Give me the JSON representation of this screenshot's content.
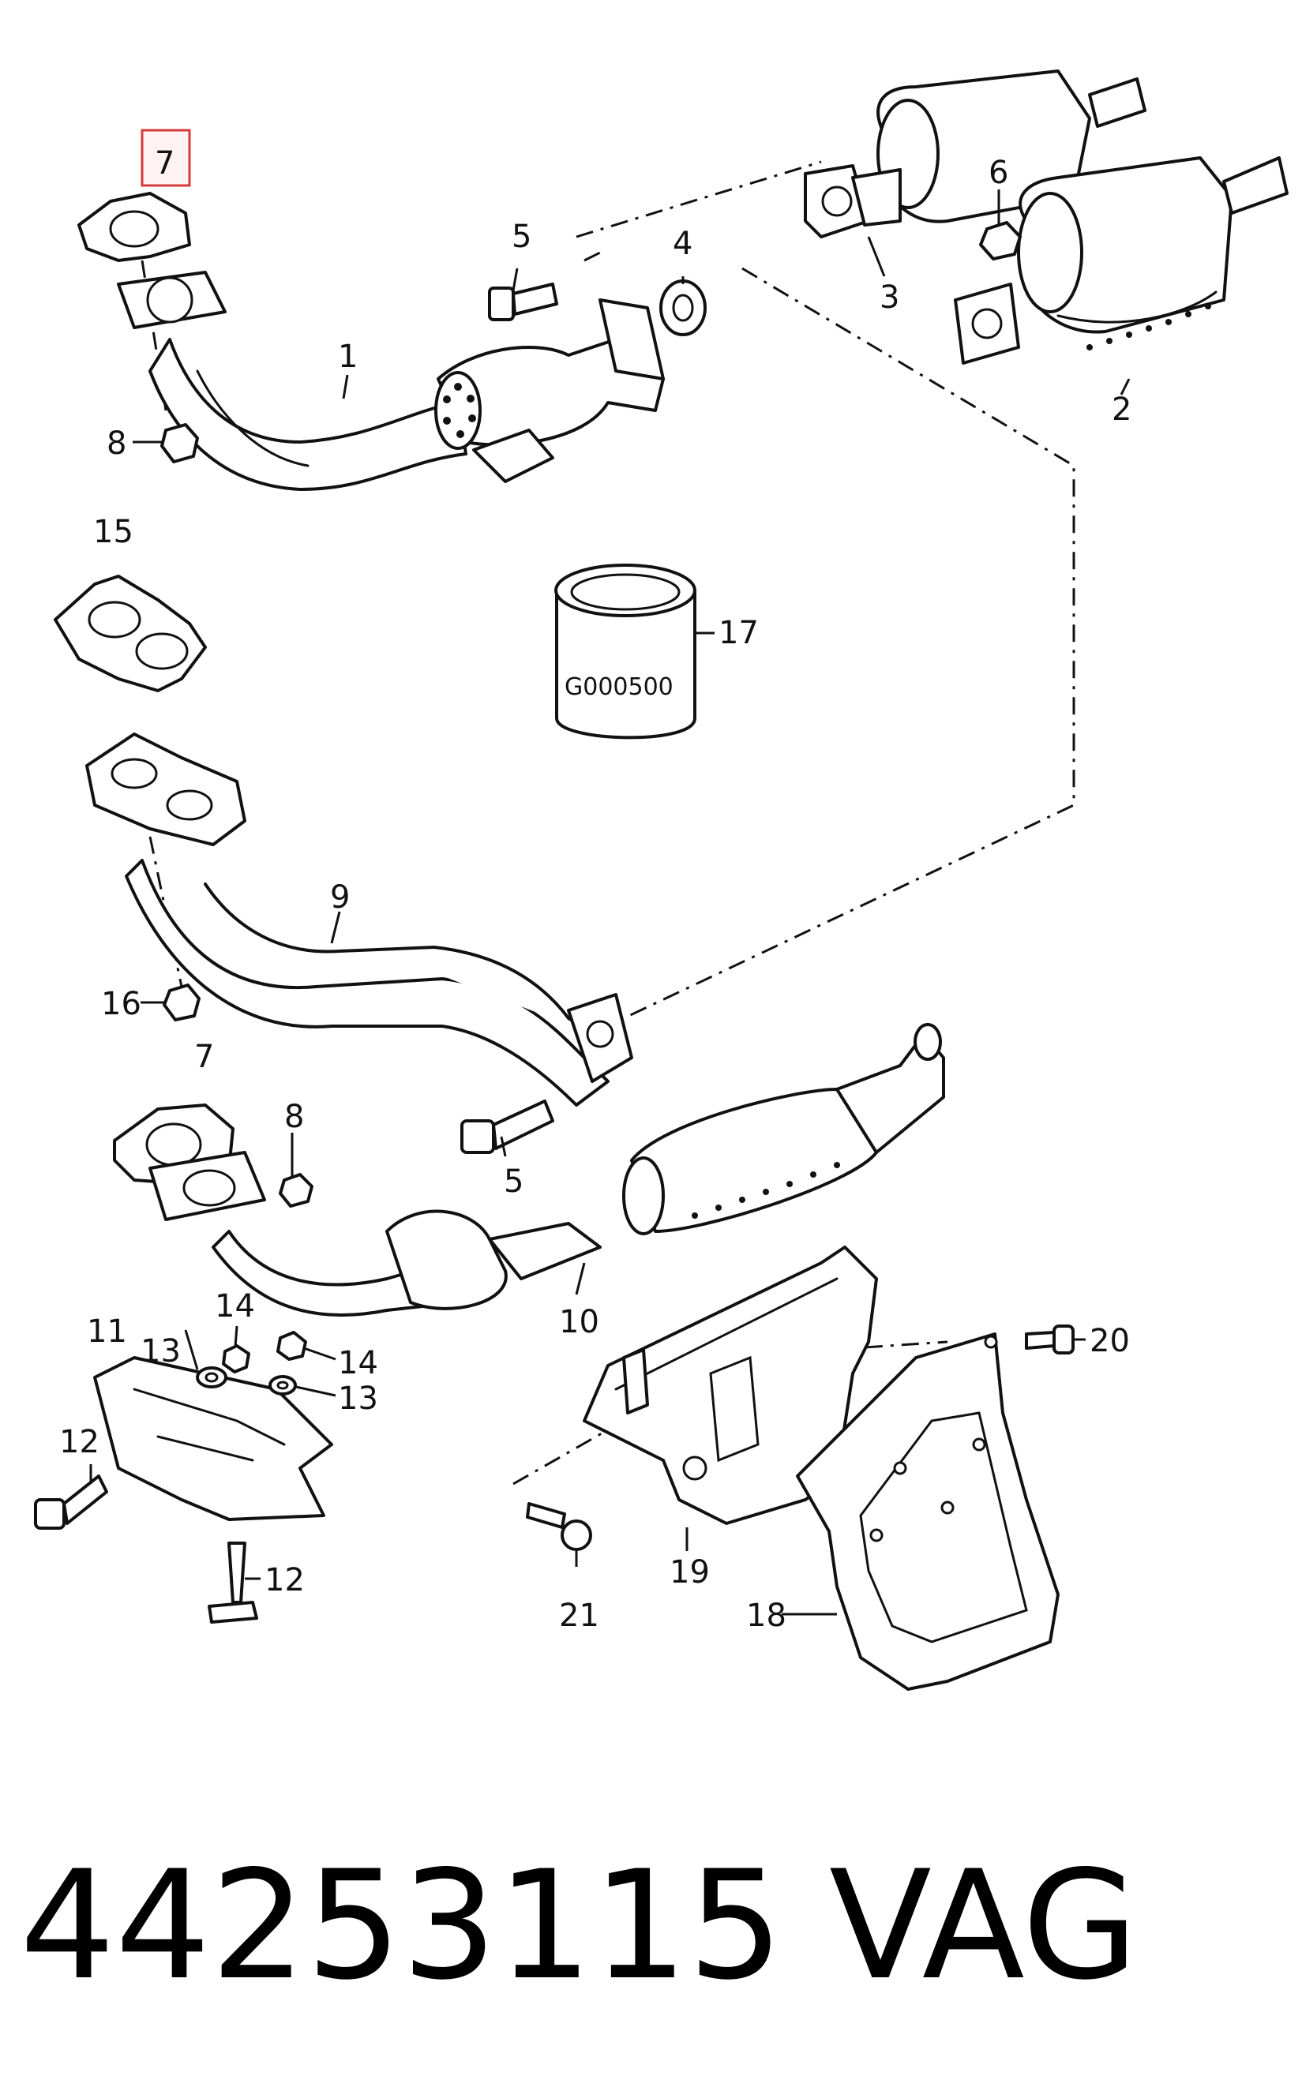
{
  "diagram": {
    "callouts": {
      "c1": "1",
      "c2": "2",
      "c3": "3",
      "c4": "4",
      "c5a": "5",
      "c6": "6",
      "c7a": "7",
      "c8a": "8",
      "c15": "15",
      "c17": "17",
      "c9": "9",
      "c16": "16",
      "c7b": "7",
      "c8b": "8",
      "c5b": "5",
      "c10": "10",
      "c11": "11",
      "c14a": "14",
      "c13a": "13",
      "c14b": "14",
      "c13b": "13",
      "c12a": "12",
      "c12b": "12",
      "c20": "20",
      "c19": "19",
      "c21": "21",
      "c18": "18"
    },
    "filter_marking": "G000500",
    "highlighted_callout": "7"
  },
  "footer": {
    "part_number": "44253115",
    "brand": "VAG"
  },
  "colors": {
    "highlight_border": "#d43a3a",
    "highlight_fill": "#fff2f2",
    "line": "#111111"
  }
}
